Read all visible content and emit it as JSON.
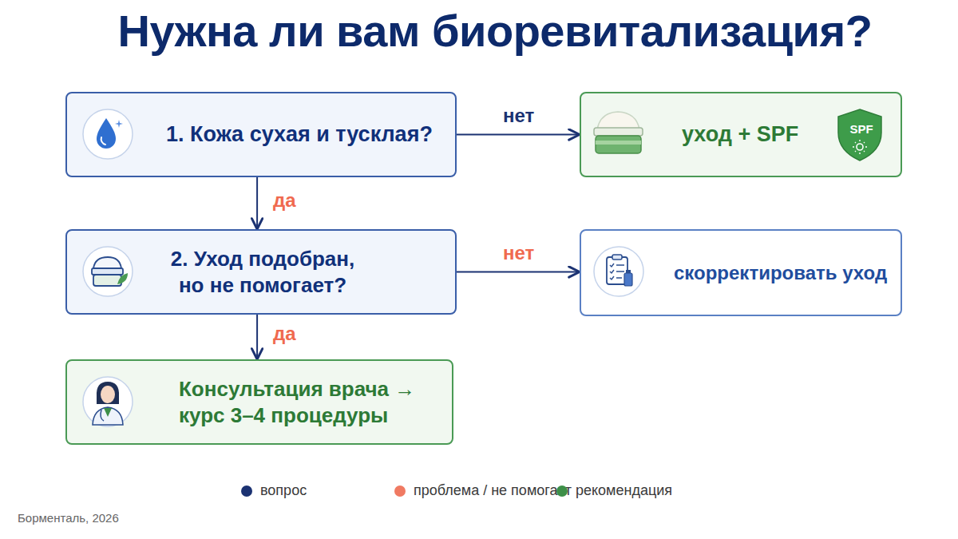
{
  "diagram": {
    "title": "Нужна ли вам биоревитализация?",
    "nodes": [
      {
        "text": [
          "1. Кожа сухая и тусклая?"
        ]
      },
      {
        "text": [
          "уход + SPF",
          "SPF"
        ]
      },
      {
        "text": [
          "2. Уход подобран, но не помогает?"
        ]
      },
      {
        "text": [
          "скорректировать уход"
        ]
      },
      {
        "text": [
          "Консультация врача → курс 3–4 процедуры"
        ]
      }
    ],
    "edges": [
      {
        "from": 0,
        "to": 1,
        "label": "нет",
        "arrow": "to"
      },
      {
        "from": 0,
        "to": 2,
        "label": "да",
        "arrow": "to"
      },
      {
        "from": 2,
        "to": 3,
        "label": "нет",
        "arrow": "to"
      },
      {
        "from": 2,
        "to": 4,
        "label": "да",
        "arrow": "to"
      }
    ],
    "labels": [
      "Борменталь, 2026"
    ],
    "legend": [
      {
        "text": "вопрос",
        "color": "#1b3272"
      },
      {
        "text": "проблема / не помогает",
        "color": "#f07a62"
      },
      {
        "text": "рекомендация",
        "color": "#3d8f48"
      }
    ]
  }
}
